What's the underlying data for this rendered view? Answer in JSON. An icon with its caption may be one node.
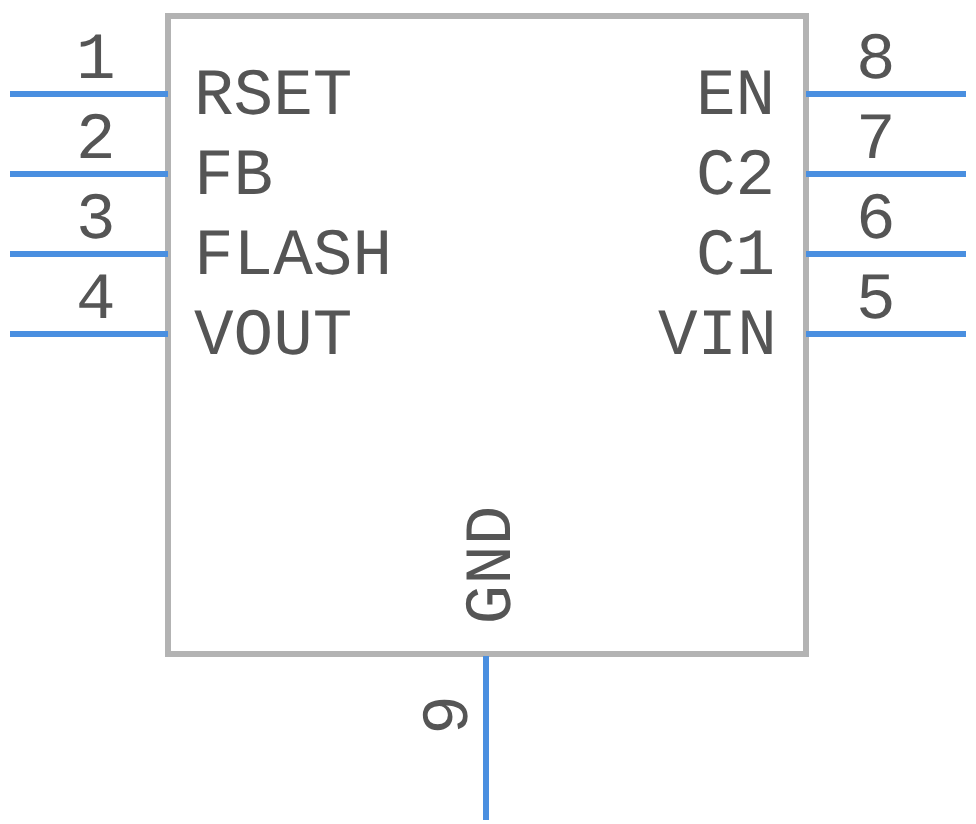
{
  "diagram": {
    "labels": [
      "1",
      "RSET",
      "EN",
      "8",
      "2",
      "FB",
      "C2",
      "7",
      "3",
      "FLASH",
      "C1",
      "6",
      "4",
      "VOUT",
      "VIN",
      "5",
      "GND",
      "9"
    ]
  }
}
